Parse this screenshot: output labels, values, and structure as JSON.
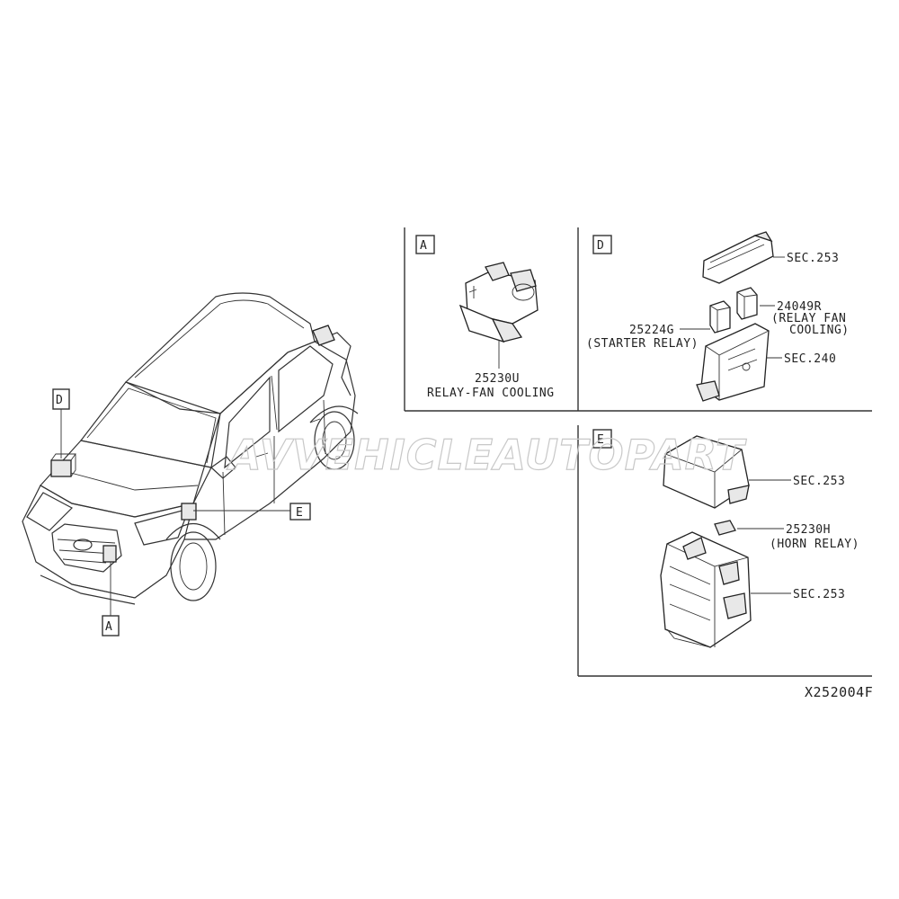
{
  "watermark": "AVVEHICLEAUTOPART",
  "diagram_code": "X252004F",
  "car_callouts": {
    "d": "D",
    "e": "E",
    "a": "A"
  },
  "panel_a": {
    "tag": "A",
    "part_number": "25230U",
    "part_name": "RELAY-FAN COOLING"
  },
  "panel_d": {
    "tag": "D",
    "sec_top": "SEC.253",
    "relay_fan_number": "24049R",
    "relay_fan_desc_1": "(RELAY FAN",
    "relay_fan_desc_2": "COOLING)",
    "starter_number": "25224G",
    "starter_desc": "(STARTER RELAY)",
    "sec_bottom": "SEC.240"
  },
  "panel_e": {
    "tag": "E",
    "sec_top": "SEC.253",
    "horn_number": "25230H",
    "horn_desc": "(HORN RELAY)",
    "sec_bottom": "SEC.253"
  }
}
